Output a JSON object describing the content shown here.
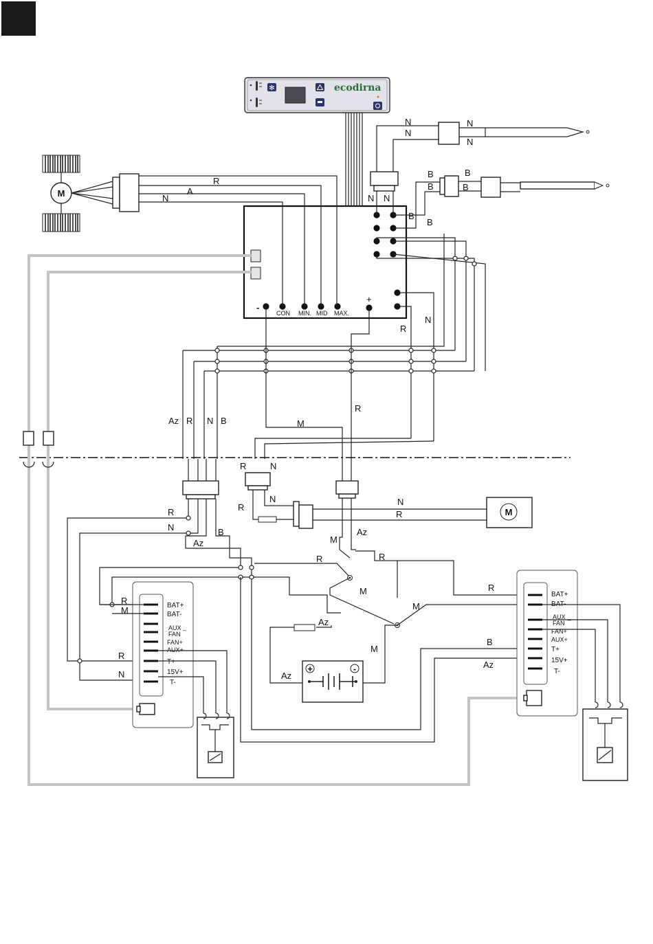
{
  "panel": {
    "brand": "ecodirna"
  },
  "board": {
    "terminal_labels": [
      "CON",
      "MIN.",
      "MID",
      "MAX."
    ],
    "minus": "-",
    "plus": "+"
  },
  "wire_labels": {
    "n1": "N",
    "n2": "N",
    "n3": "N",
    "b1": "B",
    "b2": "B",
    "b3": "B",
    "b4": "B",
    "b5": "B",
    "r_top": "R",
    "a_top": "A",
    "n_top": "N",
    "nn_left": "N",
    "nn_right": "N",
    "b_side": "B",
    "b_side2": "B",
    "n_right": "N",
    "r_right": "R",
    "az_bus": "Az",
    "r_bus": "R",
    "n_bus": "N",
    "b_bus": "B",
    "m_mid": "M",
    "r_mid": "R",
    "r_conn": "R",
    "n_conn": "N",
    "n_small": "N",
    "r_small": "R",
    "n_motor": "N",
    "r_motor": "R",
    "r_left": "R",
    "n_left": "N",
    "b_left": "B",
    "az_left": "Az",
    "m_left": "M",
    "az_mid": "Az",
    "r_c1": "R",
    "r_c2": "R",
    "m_c": "M",
    "m_c2": "M",
    "r_right2": "R",
    "az_fuse": "Az",
    "m_bat": "M",
    "az_bat": "Az",
    "b_t": "B",
    "az_t": "Az",
    "r_lb": "R",
    "m_lb": "M",
    "r_lt": "R",
    "n_lt": "N"
  },
  "left_controller": {
    "terminals": [
      "BAT+",
      "BAT-",
      "AUX",
      "FAN",
      "FAN+",
      "AUX+",
      "T+",
      "15V+",
      "T-"
    ]
  },
  "right_controller": {
    "terminals": [
      "BAT+",
      "BAT-",
      "AUX",
      "FAN",
      "FAN+",
      "AUX+",
      "T+",
      "15V+",
      "T-"
    ]
  },
  "motor_label": "M",
  "battery": {
    "plus": "+",
    "minus": "-"
  }
}
